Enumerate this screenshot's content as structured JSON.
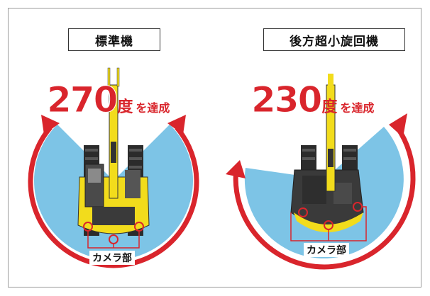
{
  "standard": {
    "title": "標準機",
    "angle_value": "270",
    "angle_unit": "度",
    "angle_suffix": "を達成",
    "camera_label": "カメラ部"
  },
  "compact": {
    "title": "後方超小旋回機",
    "angle_value": "230",
    "angle_unit": "度",
    "angle_suffix": "を達成",
    "camera_label": "カメラ部"
  },
  "colors": {
    "accent_red": "#d9252c",
    "coverage_blue": "#7dc4e6",
    "machine_yellow": "#f2dc1c",
    "machine_dark": "#3a3a3a"
  }
}
